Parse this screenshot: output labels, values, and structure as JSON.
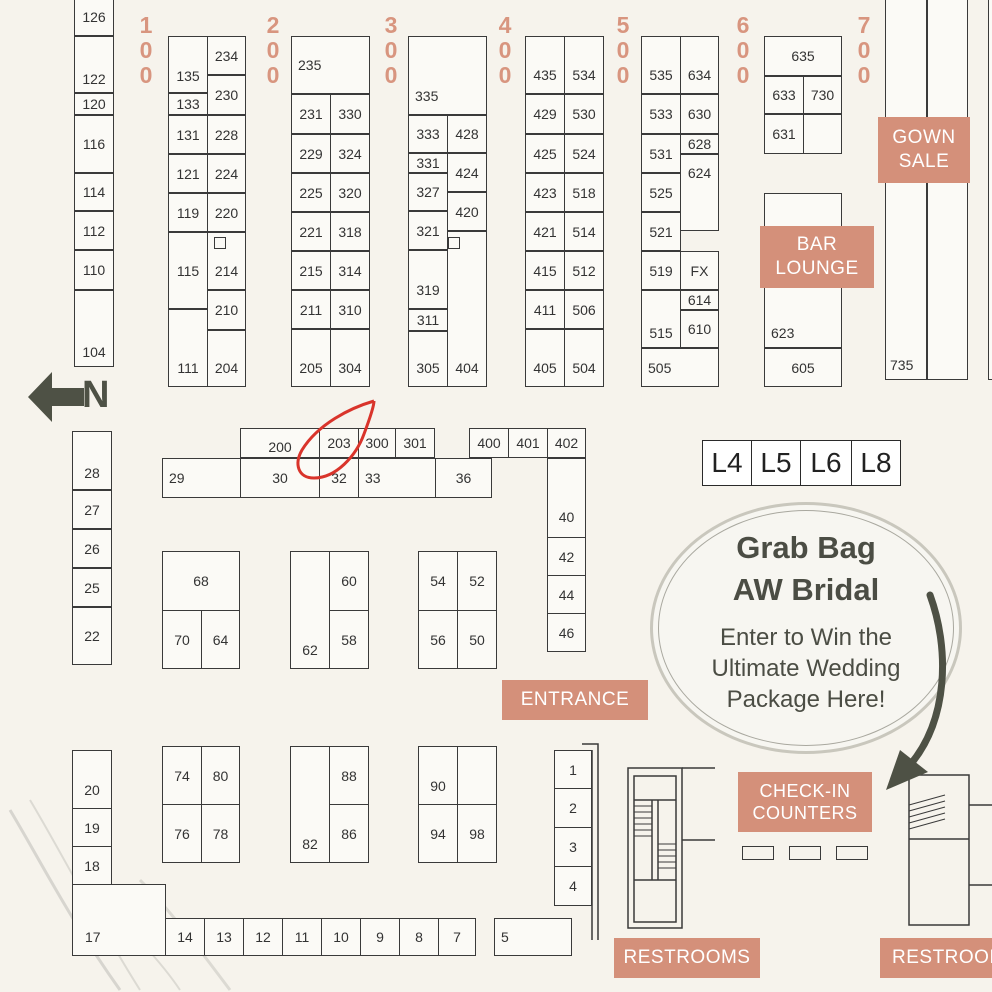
{
  "aisles": [
    {
      "id": "a100",
      "digits": [
        "1",
        "0",
        "0"
      ]
    },
    {
      "id": "a200",
      "digits": [
        "2",
        "0",
        "0"
      ]
    },
    {
      "id": "a300",
      "digits": [
        "3",
        "0",
        "0"
      ]
    },
    {
      "id": "a400",
      "digits": [
        "4",
        "0",
        "0"
      ]
    },
    {
      "id": "a500",
      "digits": [
        "5",
        "0",
        "0"
      ]
    },
    {
      "id": "a600",
      "digits": [
        "6",
        "0",
        "0"
      ]
    },
    {
      "id": "a700",
      "digits": [
        "7",
        "0",
        "0"
      ]
    }
  ],
  "booths": {
    "b126": "126",
    "b122": "122",
    "b120": "120",
    "b116": "116",
    "b114": "114",
    "b112": "112",
    "b110": "110",
    "b104": "104",
    "b135": "135",
    "b133": "133",
    "b131": "131",
    "b121": "121",
    "b119": "119",
    "b115": "115",
    "b111": "111",
    "b234": "234",
    "b230": "230",
    "b228": "228",
    "b224": "224",
    "b220": "220",
    "b214": "214",
    "b210": "210",
    "b204": "204",
    "b235": "235",
    "b231": "231",
    "b229": "229",
    "b225": "225",
    "b221": "221",
    "b215": "215",
    "b211": "211",
    "b205": "205",
    "b330": "330",
    "b324": "324",
    "b320": "320",
    "b318": "318",
    "b314": "314",
    "b310": "310",
    "b304": "304",
    "b335": "335",
    "b333": "333",
    "b331": "331",
    "b327": "327",
    "b321": "321",
    "b319": "319",
    "b311": "311",
    "b305": "305",
    "b428": "428",
    "b424": "424",
    "b420": "420",
    "b404": "404",
    "b435": "435",
    "b429": "429",
    "b425": "425",
    "b423": "423",
    "b421": "421",
    "b415": "415",
    "b411": "411",
    "b405": "405",
    "b534": "534",
    "b530": "530",
    "b524": "524",
    "b518": "518",
    "b514": "514",
    "b512": "512",
    "b506": "506",
    "b504": "504",
    "b535": "535",
    "b533": "533",
    "b531": "531",
    "b525": "525",
    "b521": "521",
    "b519": "519",
    "b515": "515",
    "b505": "505",
    "b634": "634",
    "b630": "630",
    "b628": "628",
    "b624": "624",
    "bfx": "FX",
    "b614": "614",
    "b610": "610",
    "b635": "635",
    "b633": "633",
    "b730": "730",
    "b631": "631",
    "b623": "623",
    "b605": "605",
    "b735": "735",
    "b200": "200",
    "b203": "203",
    "b300": "300",
    "b301": "301",
    "b400": "400",
    "b401": "401",
    "b402": "402",
    "b29": "29",
    "b30": "30",
    "b32": "32",
    "b33": "33",
    "b36": "36",
    "b28": "28",
    "b27": "27",
    "b26": "26",
    "b25": "25",
    "b22": "22",
    "b40": "40",
    "b42": "42",
    "b44": "44",
    "b46": "46",
    "b68": "68",
    "b70": "70",
    "b64": "64",
    "b60": "60",
    "b62": "62",
    "b58": "58",
    "b54": "54",
    "b52": "52",
    "b56": "56",
    "b50": "50",
    "b74": "74",
    "b80": "80",
    "b76": "76",
    "b78": "78",
    "b88": "88",
    "b82": "82",
    "b86": "86",
    "b90": "90",
    "b94": "94",
    "b98": "98",
    "b20": "20",
    "b19": "19",
    "b18": "18",
    "b17": "17",
    "b14": "14",
    "b13": "13",
    "b12": "12",
    "b11": "11",
    "b10": "10",
    "b9": "9",
    "b8": "8",
    "b7": "7",
    "b5": "5",
    "b1": "1",
    "b2": "2",
    "b3": "3",
    "b4": "4"
  },
  "labels": {
    "gown_sale": [
      "GOWN",
      "SALE"
    ],
    "bar_lounge": [
      "BAR",
      "LOUNGE"
    ],
    "entrance": "ENTRANCE",
    "check_in": [
      "CHECK-IN",
      "COUNTERS"
    ],
    "restrooms_left": "RESTROOMS",
    "restrooms_right": "RESTROOM"
  },
  "north": "N",
  "lounges": [
    "L4",
    "L5",
    "L6",
    "L8"
  ],
  "promo": {
    "title_line1": "Grab Bag",
    "title_line2": "AW Bridal",
    "body_line1": "Enter to Win the",
    "body_line2": "Ultimate Wedding",
    "body_line3": "Package Here!"
  },
  "colors": {
    "accent": "#d4907a",
    "aisle_number": "#d8957f",
    "arrow": "#4e5145",
    "highlight_circle": "#d9342b"
  }
}
